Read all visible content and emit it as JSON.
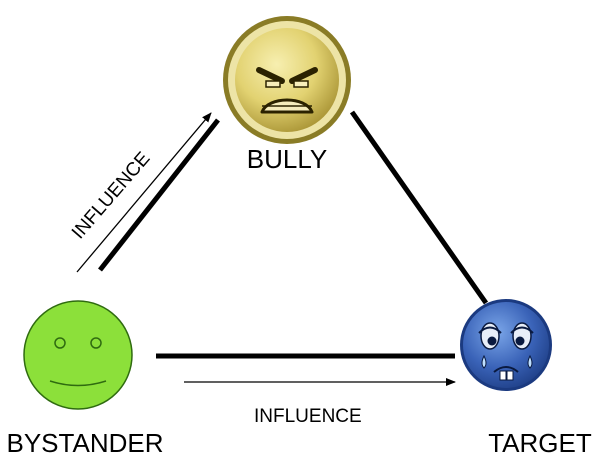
{
  "nodes": {
    "bully": {
      "label": "BULLY",
      "face": "angry-face-icon",
      "color": "#d9c655"
    },
    "bystander": {
      "label": "BYSTANDER",
      "face": "neutral-smile-face-icon",
      "color": "#8ce03a"
    },
    "target": {
      "label": "TARGET",
      "face": "crying-face-icon",
      "color": "#3a63b8"
    }
  },
  "edges": {
    "bystander_to_bully": {
      "label": "INFLUENCE"
    },
    "bystander_to_target": {
      "label": "INFLUENCE"
    }
  }
}
